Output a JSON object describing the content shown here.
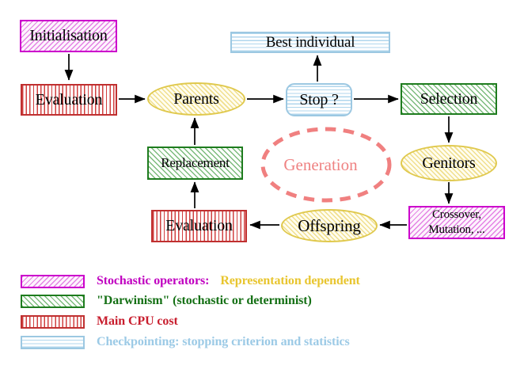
{
  "diagram": {
    "nodes": {
      "initialisation": "Initialisation",
      "evaluation_top": "Evaluation",
      "parents": "Parents",
      "best_individual": "Best individual",
      "stop": "Stop ?",
      "selection": "Selection",
      "genitors": "Genitors",
      "crossover_line1": "Crossover,",
      "crossover_line2": "Mutation, ...",
      "offspring": "Offspring",
      "evaluation_bottom": "Evaluation",
      "replacement": "Replacement",
      "generation": "Generation"
    },
    "colors": {
      "stochastic_magenta": "#cc00cc",
      "darwinism_green": "#1e7c1e",
      "cpu_red": "#c03030",
      "checkpoint_cyan": "#9cc8e2",
      "operator_gold": "#e0c94e",
      "generation_salmon": "#f08080",
      "arrow_black": "#000000",
      "background": "#ffffff"
    }
  },
  "legend": {
    "stochastic_label": "Stochastic operators:",
    "stochastic_extra": "Representation dependent",
    "darwinism_label": "\"Darwinism\" (stochastic or determinist)",
    "cpu_label": "Main CPU cost",
    "checkpointing_label": "Checkpointing: stopping criterion and statistics"
  }
}
